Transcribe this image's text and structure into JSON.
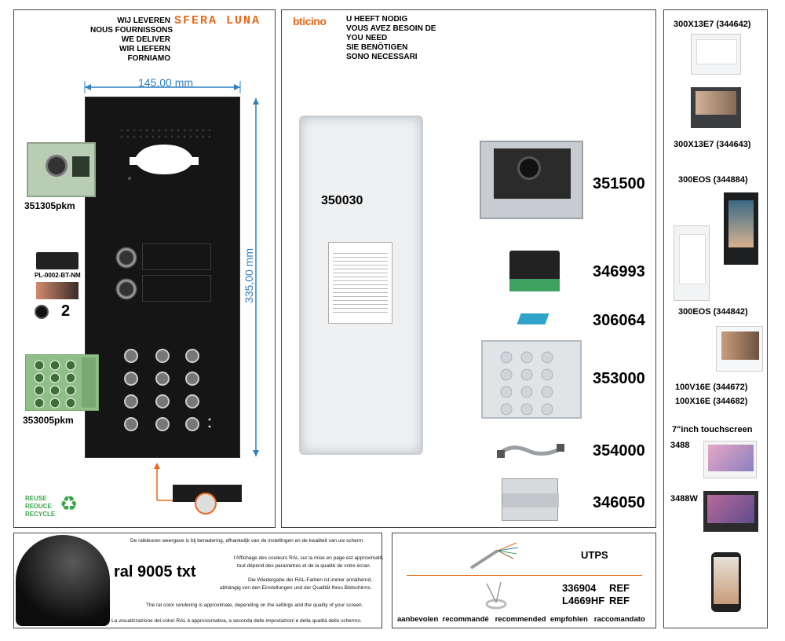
{
  "colors": {
    "panel_black": "#151515",
    "accent_orange": "#e8681c",
    "dimension_blue": "#2f7fc1",
    "recycle_green": "#3aa64a"
  },
  "left": {
    "we_deliver": [
      "WIJ LEVEREN",
      "NOUS FOURNISSONS",
      "WE DELIVER",
      "WIR LIEFERN",
      "FORNIAMO"
    ],
    "brand": "SFERA LUNA",
    "width_dim": "145,00 mm",
    "height_dim": "335,00 mm",
    "module1_code": "351305pkm",
    "plate_code": "PL-0002-BT-NM",
    "qty": "2",
    "module2_code": "353005pkm",
    "recycle": [
      "REUSE",
      "REDUCE",
      "RECYCLE"
    ]
  },
  "middle": {
    "brand": "bticino",
    "you_need": [
      "U HEEFT NODIG",
      "VOUS AVEZ BESOIN DE",
      "YOU NEED",
      "SIE BENÖTIGEN",
      "SONO NECESSARI"
    ],
    "box_code": "350030",
    "parts": [
      "351500",
      "346993",
      "306064",
      "353000",
      "354000",
      "346050"
    ]
  },
  "right": {
    "monitors": [
      "300X13E7 (344642)",
      "300X13E7 (344643)",
      "300EOS (344884)",
      "300EOS (344842)",
      "100V16E (344672)",
      "100X16E (344682)",
      "7\"inch touchscreen",
      "3488",
      "3488W"
    ]
  },
  "ral": {
    "label": "ral 9005 txt",
    "notes": [
      "De ralkleuren weergave is bij benadering, afhankelijk van de instellingen en de kwaliteit van uw scherm.",
      "l'Affichage des couleurs RAL sur la mise en page est approximatif,",
      "tout dépend des paramètres et de la qualité de votre écran.",
      "Die Wiedergabe der RAL-Farben ist immer annähernd,",
      "abhängig von den Einstellungen und der Qualität Ihres Bildschirms.",
      "The ral color rendering is approximate, depending on the settings and the quality of your screen.",
      "La visualizzazione dei colori RAL è approssimativa, a seconda delle impostazioni e della qualità dello schermo."
    ]
  },
  "cable": {
    "title": "UTPS",
    "ref1": "336904",
    "ref2": "L4669HF",
    "ref_word": "REF",
    "recommended": "aanbevolen  recommandé   recommended  empfohlen   raccomandato"
  }
}
